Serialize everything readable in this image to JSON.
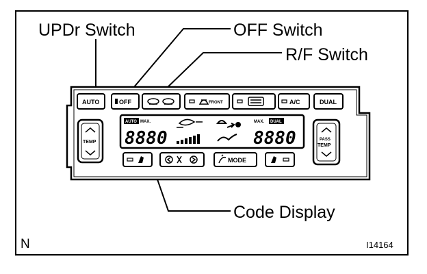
{
  "callouts": {
    "updr": "UPDr Switch",
    "off": "OFF Switch",
    "rf": "R/F Switch",
    "code": "Code Display"
  },
  "panel": {
    "top_buttons": {
      "auto": "AUTO",
      "off": "OFF",
      "front": "FRONT",
      "ac": "A/C",
      "dual": "DUAL"
    },
    "temp_left": "TEMP",
    "temp_right_top": "PASS",
    "temp_right_bottom": "TEMP",
    "display": {
      "auto": "AUTO",
      "max_left": "MAX.",
      "left_digits": "8880",
      "max_right": "MAX.",
      "dual": "DUAL",
      "right_digits": "8880"
    },
    "bottom_buttons": {
      "mode": "MODE"
    }
  },
  "footer": {
    "corner_mark": "N",
    "figure_id": "I14164"
  }
}
